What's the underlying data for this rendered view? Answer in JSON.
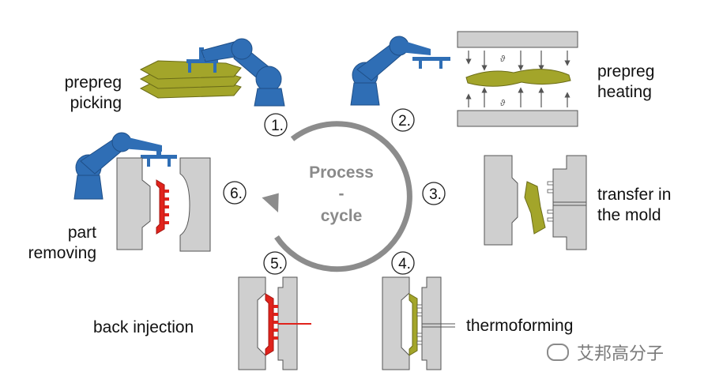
{
  "center": {
    "line1": "Process",
    "line2": "-",
    "line3": "cycle"
  },
  "steps": [
    {
      "num": "1.",
      "label": [
        "prepreg",
        "picking"
      ]
    },
    {
      "num": "2.",
      "label": [
        "prepreg",
        "heating"
      ]
    },
    {
      "num": "3.",
      "label": [
        "transfer in",
        "the mold"
      ]
    },
    {
      "num": "4.",
      "label": [
        "thermoforming"
      ]
    },
    {
      "num": "5.",
      "label": [
        "back injection"
      ]
    },
    {
      "num": "6.",
      "label": [
        "part",
        "removing"
      ]
    }
  ],
  "watermark": "艾邦高分子",
  "colors": {
    "robot": "#2f6eb5",
    "prepreg": "#a3a52a",
    "mold": "#cfcfcf",
    "injection": "#e0231c",
    "cycle": "#8c8c8c"
  }
}
